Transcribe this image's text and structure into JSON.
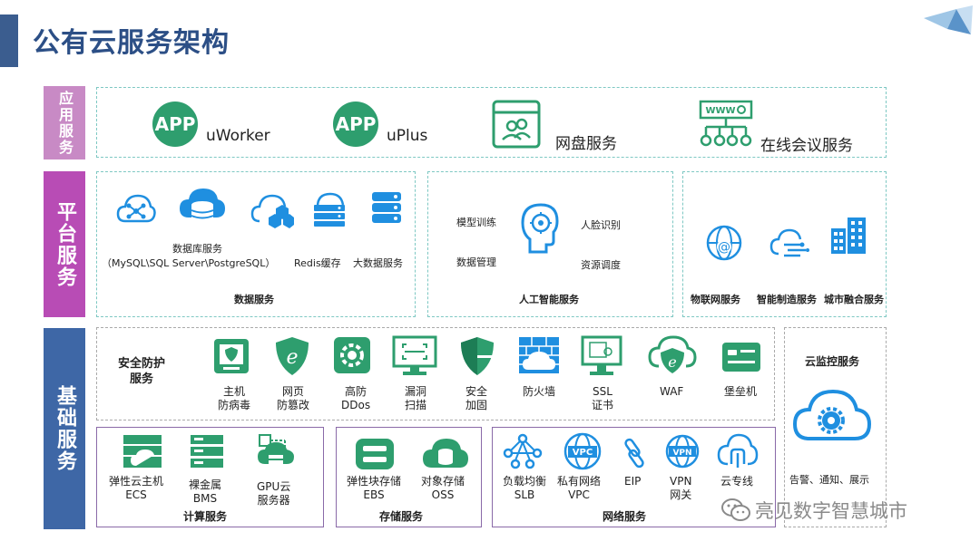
{
  "title": "公有云服务架构",
  "layers": {
    "app": "应用服务",
    "platform": "平台服务",
    "base": "基础服务"
  },
  "app_services": [
    {
      "badge": "APP",
      "label": "uWorker"
    },
    {
      "badge": "APP",
      "label": "uPlus"
    },
    {
      "label": "网盘服务"
    },
    {
      "label": "在线会议服务",
      "badge_text": "WWW"
    }
  ],
  "data_services": {
    "group_label": "数据服务",
    "db_label_line1": "数据库服务",
    "db_label_line2": "（MySQL\\SQL Server\\PostgreSQL）",
    "redis": "Redis缓存",
    "bigdata": "大数据服务"
  },
  "ai_services": {
    "group_label": "人工智能服务",
    "model_training": "模型训练",
    "face_recognition": "人脸识别",
    "data_management": "数据管理",
    "resource_scheduling": "资源调度"
  },
  "iot_services": {
    "iot": "物联网服务",
    "manufacturing": "智能制造服务",
    "city": "城市融合服务"
  },
  "security": {
    "title_line1": "安全防护",
    "title_line2": "服务",
    "items": [
      {
        "line1": "主机",
        "line2": "防病毒"
      },
      {
        "line1": "网页",
        "line2": "防篡改"
      },
      {
        "line1": "高防",
        "line2": "DDos"
      },
      {
        "line1": "漏洞",
        "line2": "扫描"
      },
      {
        "line1": "安全",
        "line2": "加固"
      },
      {
        "line1": "防火墙",
        "line2": ""
      },
      {
        "line1": "SSL",
        "line2": "证书"
      },
      {
        "line1": "WAF",
        "line2": ""
      },
      {
        "line1": "堡垒机",
        "line2": ""
      }
    ]
  },
  "monitor": {
    "title": "云监控服务",
    "desc": "告警、通知、展示"
  },
  "compute": {
    "group_label": "计算服务",
    "items": [
      {
        "line1": "弹性云主机",
        "line2": "ECS"
      },
      {
        "line1": "裸金属",
        "line2": "BMS"
      },
      {
        "line1": "GPU云",
        "line2": "服务器"
      }
    ]
  },
  "storage": {
    "group_label": "存储服务",
    "items": [
      {
        "line1": "弹性块存储",
        "line2": "EBS"
      },
      {
        "line1": "对象存储",
        "line2": "OSS"
      }
    ]
  },
  "network": {
    "group_label": "网络服务",
    "items": [
      {
        "line1": "负载均衡",
        "line2": "SLB"
      },
      {
        "line1": "私有网络",
        "line2": "VPC",
        "icon_text": "VPC"
      },
      {
        "line1": "EIP",
        "line2": ""
      },
      {
        "line1": "VPN",
        "line2": "网关",
        "icon_text": "VPN"
      },
      {
        "line1": "云专线",
        "line2": ""
      }
    ]
  },
  "watermark": "亮见数字智慧城市",
  "colors": {
    "title": "#2c4f86",
    "app_layer": "#c88ac5",
    "platform_layer": "#b84cb5",
    "base_layer": "#3e67a6",
    "icon_blue": "#1f8fe0",
    "icon_green": "#2e9e6e"
  }
}
